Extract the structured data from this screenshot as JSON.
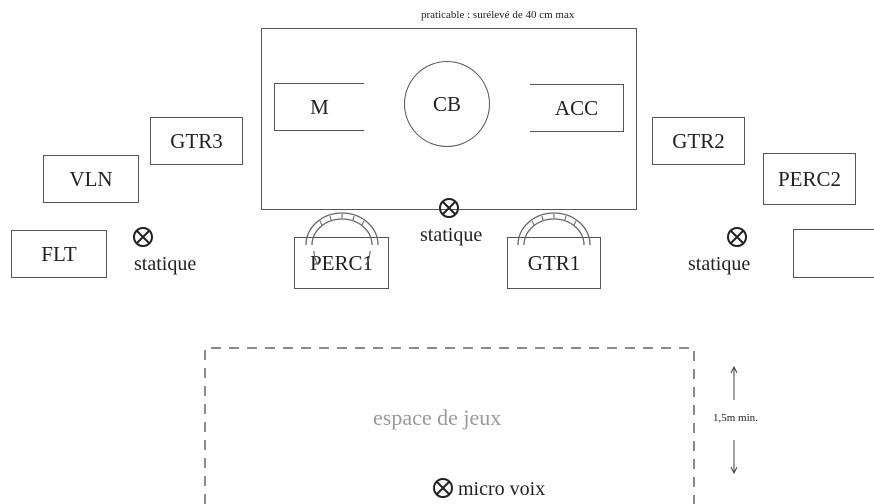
{
  "header": {
    "praticable_note": "praticable : surélevé de 40 cm max"
  },
  "instruments": {
    "m": "M",
    "cb": "CB",
    "acc": "ACC",
    "gtr3": "GTR3",
    "gtr2": "GTR2",
    "vln": "VLN",
    "perc2": "PERC2",
    "flt": "FLT",
    "perc1": "PERC1",
    "gtr1": "GTR1"
  },
  "mics": {
    "static_left": "statique",
    "static_center": "statique",
    "static_right": "statique",
    "voice": "micro voix"
  },
  "stage_area": {
    "label": "espace de jeux",
    "depth_note": "1,5m min."
  },
  "colors": {
    "line": "#555555",
    "dashed": "#8a8a8a",
    "text": "#222222",
    "muted_text": "#9a9a9a"
  },
  "icons": {
    "mic": "crossed-circle-icon",
    "monitor": "wedge-arc-icon"
  }
}
